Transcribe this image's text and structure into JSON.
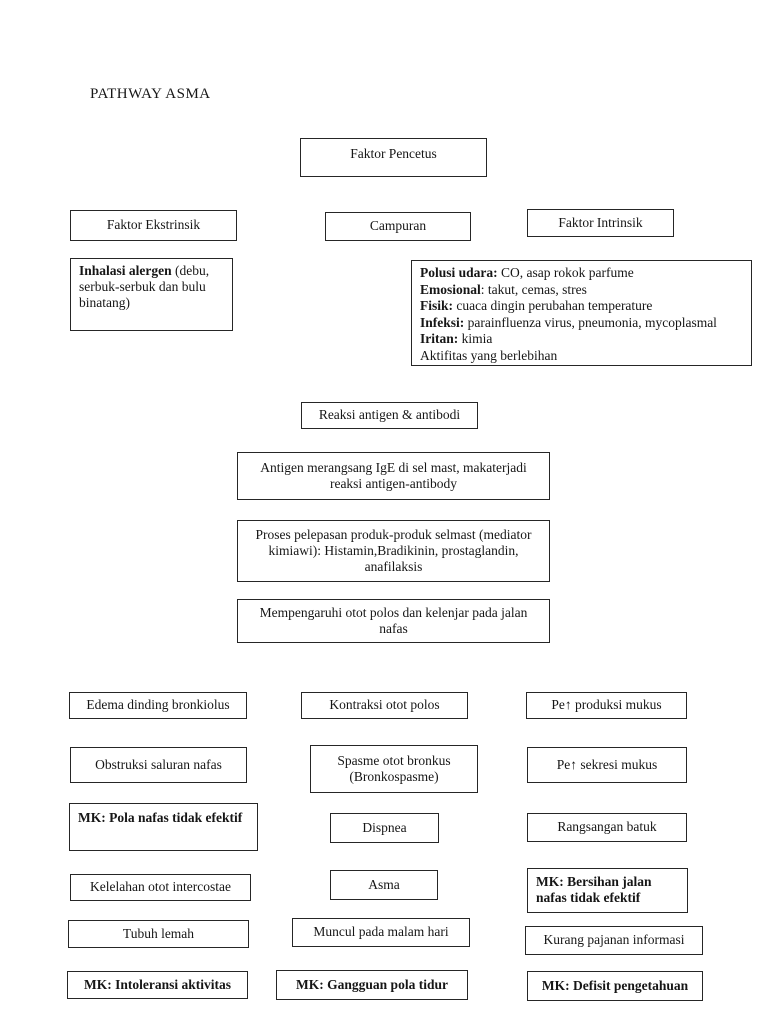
{
  "title": "PATHWAY ASMA",
  "boxes": {
    "faktor_pencetus": "Faktor Pencetus",
    "faktor_ekstrinsik": "Faktor Ekstrinsik",
    "campuran": "Campuran",
    "faktor_intrinsik": "Faktor Intrinsik",
    "inhalasi_alergen": {
      "label": "Inhalasi alergen",
      "text": " (debu, serbuk-serbuk dan bulu binatang)"
    },
    "faktor_intrinsik_detail": {
      "lines": [
        {
          "label": "Polusi udara:",
          "text": " CO, asap rokok parfume"
        },
        {
          "label": "Emosional",
          "text": ": takut, cemas, stres"
        },
        {
          "label": "Fisik:",
          "text": " cuaca dingin perubahan temperature"
        },
        {
          "label": "Infeksi:",
          "text": " parainfluenza virus, pneumonia, mycoplasmal"
        },
        {
          "label": "Iritan:",
          "text": " kimia"
        },
        {
          "label": "",
          "text": "Aktifitas yang berlebihan"
        }
      ]
    },
    "reaksi_antigen": "Reaksi antigen & antibodi",
    "antigen_merangsang": "Antigen merangsang IgE di sel mast, makaterjadi reaksi antigen-antibody",
    "proses_pelepasan": "Proses pelepasan produk-produk selmast (mediator kimiawi): Histamin,Bradikinin, prostaglandin, anafilaksis",
    "mempengaruhi": "Mempengaruhi otot polos dan kelenjar pada jalan nafas",
    "edema": "Edema dinding bronkiolus",
    "kontraksi": "Kontraksi otot polos",
    "pe_produksi_mukus": "Pe↑ produksi mukus",
    "obstruksi": "Obstruksi saluran nafas",
    "spasme": "Spasme otot bronkus (Bronkospasme)",
    "pe_sekresi_mukus": "Pe↑ sekresi mukus",
    "mk_pola_nafas": "MK: Pola nafas tidak efektif",
    "dispnea": "Dispnea",
    "rangsangan_batuk": "Rangsangan batuk",
    "kelelahan": "Kelelahan otot intercostae",
    "asma": "Asma",
    "mk_bersihan": "MK: Bersihan jalan nafas tidak efektif",
    "tubuh_lemah": "Tubuh lemah",
    "muncul_malam": "Muncul pada malam hari",
    "kurang_pajanan": "Kurang pajanan informasi",
    "mk_intoleransi": "MK: Intoleransi aktivitas",
    "mk_gangguan_tidur": "MK: Gangguan pola tidur",
    "mk_defisit": "MK: Defisit pengetahuan"
  }
}
